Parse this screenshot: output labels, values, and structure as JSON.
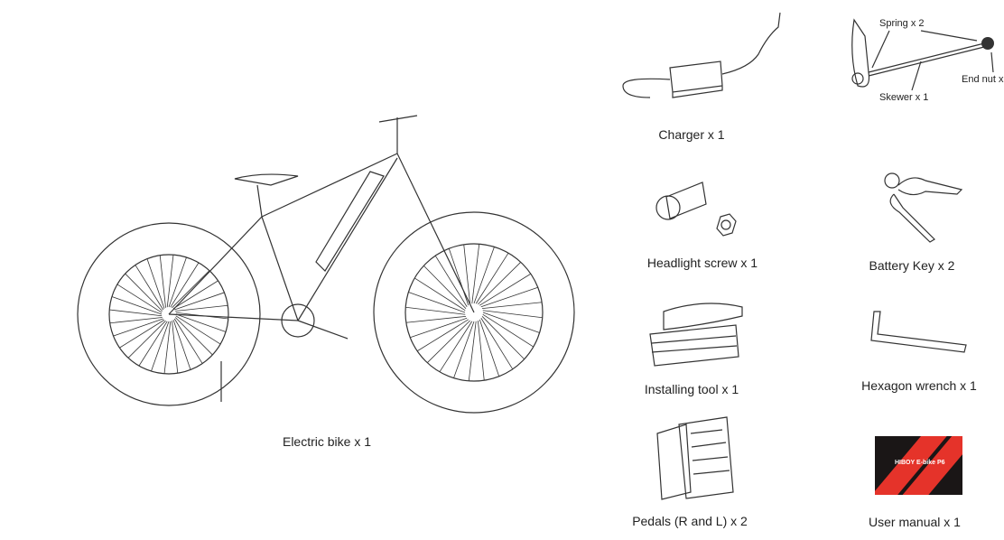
{
  "items": {
    "bike": "Electric bike x 1",
    "charger": "Charger x 1",
    "headlight_screw": "Headlight screw x 1",
    "battery_key": "Battery Key x 2",
    "installing_tool": "Installing tool x 1",
    "hex_wrench": "Hexagon wrench x 1",
    "pedals": "Pedals (R and L) x 2",
    "user_manual": "User manual x 1"
  },
  "skewer_callouts": {
    "spring": "Spring x 2",
    "end_nut": "End nut x",
    "skewer": "Skewer x 1"
  },
  "manual_cover": {
    "title": "HIBOY E-bike P6",
    "colors": {
      "background": "#1a1616",
      "stripe": "#e5332a"
    }
  }
}
